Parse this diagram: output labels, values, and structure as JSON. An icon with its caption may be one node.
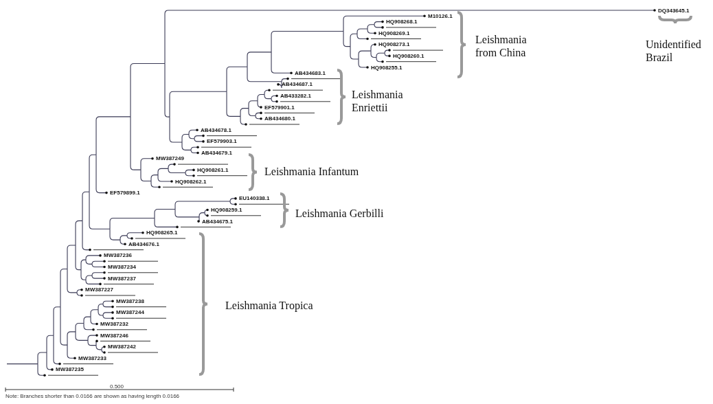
{
  "diagram": {
    "labels": [
      "DQ343645.1",
      "M10126.1",
      "HQ908268.1",
      "HQ908269.1",
      "HQ908273.1",
      "HQ908260.1",
      "HQ908255.1",
      "AB434683.1",
      "AB434687.1",
      "AB433282.1",
      "EF579901.1",
      "AB434680.1",
      "AB434678.1",
      "EF579903.1",
      "AB434679.1",
      "MW387249",
      "HQ908261.1",
      "HQ908262.1",
      "EF579899.1",
      "EU140338.1",
      "HQ908259.1",
      "AB434675.1",
      "HQ908265.1",
      "AB434676.1",
      "MW387236",
      "MW387234",
      "MW387237",
      "MW387227",
      "MW387238",
      "MW387244",
      "MW387232",
      "MW387246",
      "MW387242",
      "MW387233",
      "MW387235",
      "Leishmania from China",
      "Unidentified Brazil",
      "Leishmania Enriettii",
      "Leishmania Infantum",
      "Leishmania Gerbilli",
      "Leishmania Tropica",
      "0.500",
      "Note: Branches shorter than 0.0166 are shown as having length 0.0166"
    ]
  }
}
